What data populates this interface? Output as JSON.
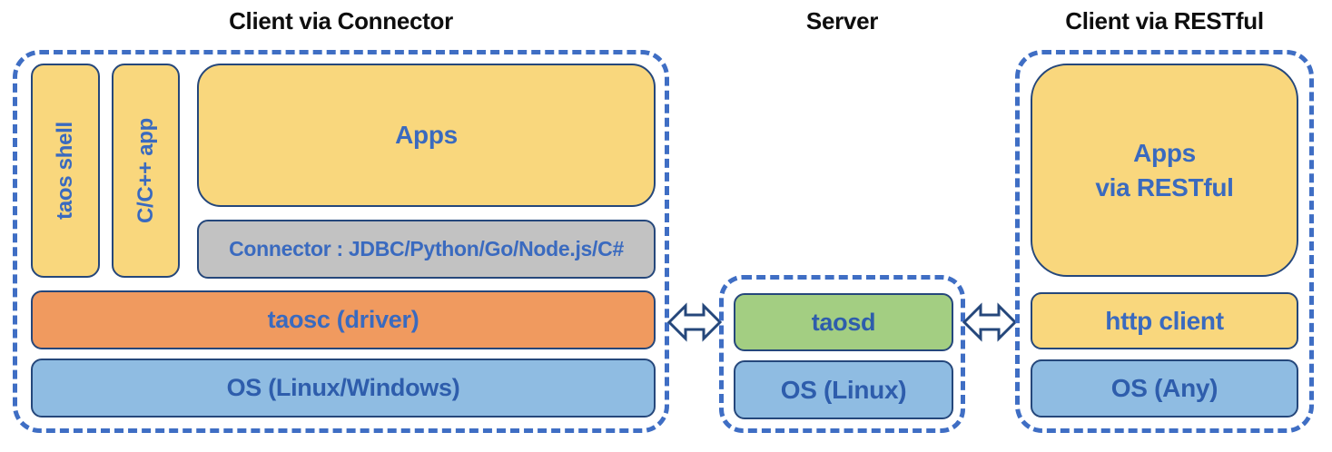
{
  "titles": {
    "client_connector": "Client via Connector",
    "server": "Server",
    "client_restful": "Client via RESTful"
  },
  "client_connector": {
    "taos_shell": "taos shell",
    "cpp_app": "C/C++ app",
    "apps": "Apps",
    "connector": "Connector : JDBC/Python/Go/Node.js/C#",
    "taosc": "taosc (driver)",
    "os": "OS (Linux/Windows)"
  },
  "server": {
    "taosd": "taosd",
    "os": "OS (Linux)"
  },
  "client_restful": {
    "apps_line1": "Apps",
    "apps_line2": "via RESTful",
    "http_client": "http client",
    "os": "OS (Any)"
  },
  "icons": {
    "left_connection": "double-arrow-icon",
    "right_connection": "double-arrow-icon"
  },
  "colors": {
    "dash_blue": "#3F6EC4",
    "box_border": "#25477B",
    "yellow": "#F9D77D",
    "orange": "#F09A5F",
    "blue": "#8FBCE2",
    "green": "#A3CE82",
    "gray": "#C2C2C2",
    "label_blue": "#3A6ABF",
    "label_dark_blue": "#2E5DAC",
    "title_color": "#0E0E0E"
  }
}
